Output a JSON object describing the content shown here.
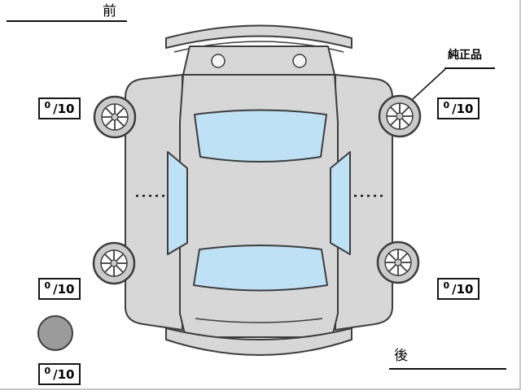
{
  "orientation_labels": {
    "front": "前",
    "rear": "後"
  },
  "annotations": {
    "genuine_part": "純正品"
  },
  "tread_depth_scores": {
    "front_left": {
      "value": "0",
      "max": "/10"
    },
    "front_right": {
      "value": "0",
      "max": "/10"
    },
    "rear_left": {
      "value": "0",
      "max": "/10"
    },
    "rear_right": {
      "value": "0",
      "max": "/10"
    },
    "spare": {
      "value": "0",
      "max": "/10"
    }
  },
  "colors": {
    "body_fill": "#d7d7d7",
    "window_fill": "#bfe1f5",
    "wheel_fill": "#cbcbcb",
    "spare_tire_fill": "#9b9b9b",
    "outline": "#3d3d3d"
  }
}
